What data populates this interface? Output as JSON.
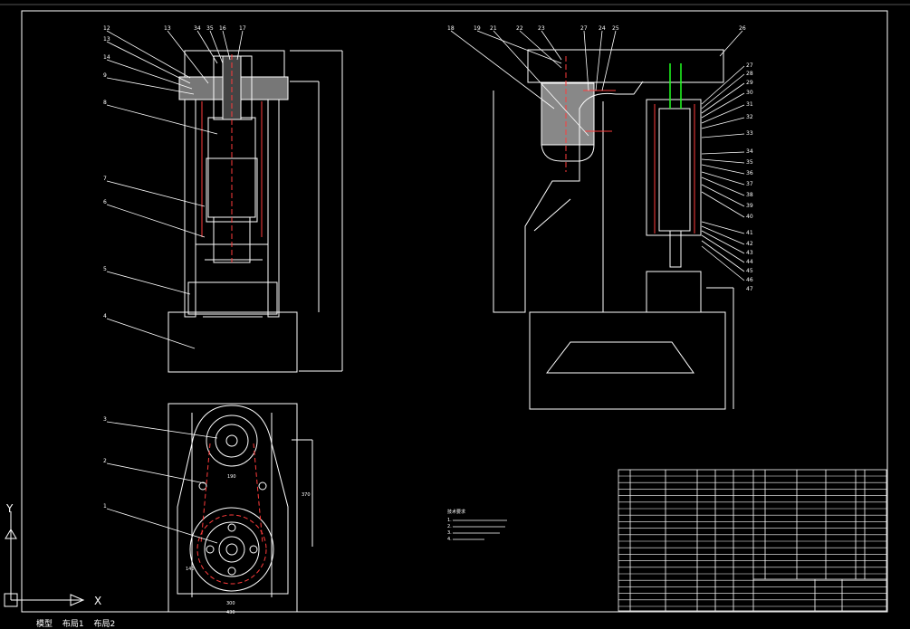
{
  "colors": {
    "background": "#000000",
    "line": "#ffffff",
    "hidden": "#ff3b3b",
    "leader": "#ffffff",
    "accent_green": "#21ff21"
  },
  "ucs": {
    "x_label": "X",
    "y_label": "Y",
    "icon": "ucs-axis-icon"
  },
  "tabs": {
    "model": "模型",
    "layout1": "布局1",
    "layout2": "布局2"
  },
  "front_view": {
    "callouts": [
      "12",
      "13",
      "14",
      "9",
      "8",
      "7",
      "6",
      "5",
      "4",
      "13",
      "34",
      "35",
      "16",
      "17"
    ]
  },
  "side_view": {
    "callouts_top": [
      "18",
      "19",
      "21",
      "22",
      "23",
      "27",
      "24",
      "25",
      "26"
    ],
    "callouts_right": [
      "27",
      "28",
      "29",
      "30",
      "31",
      "32",
      "33",
      "34",
      "35",
      "36",
      "37",
      "38",
      "39",
      "40",
      "41",
      "42",
      "43",
      "44",
      "45",
      "46",
      "47"
    ]
  },
  "bottom_view": {
    "callouts": [
      "3",
      "2",
      "1"
    ],
    "dims": [
      "190",
      "140",
      "370",
      "300",
      "430"
    ]
  },
  "notes": {
    "title": "技术要求",
    "lines": [
      "1.",
      "2.",
      "3.",
      "4."
    ]
  }
}
